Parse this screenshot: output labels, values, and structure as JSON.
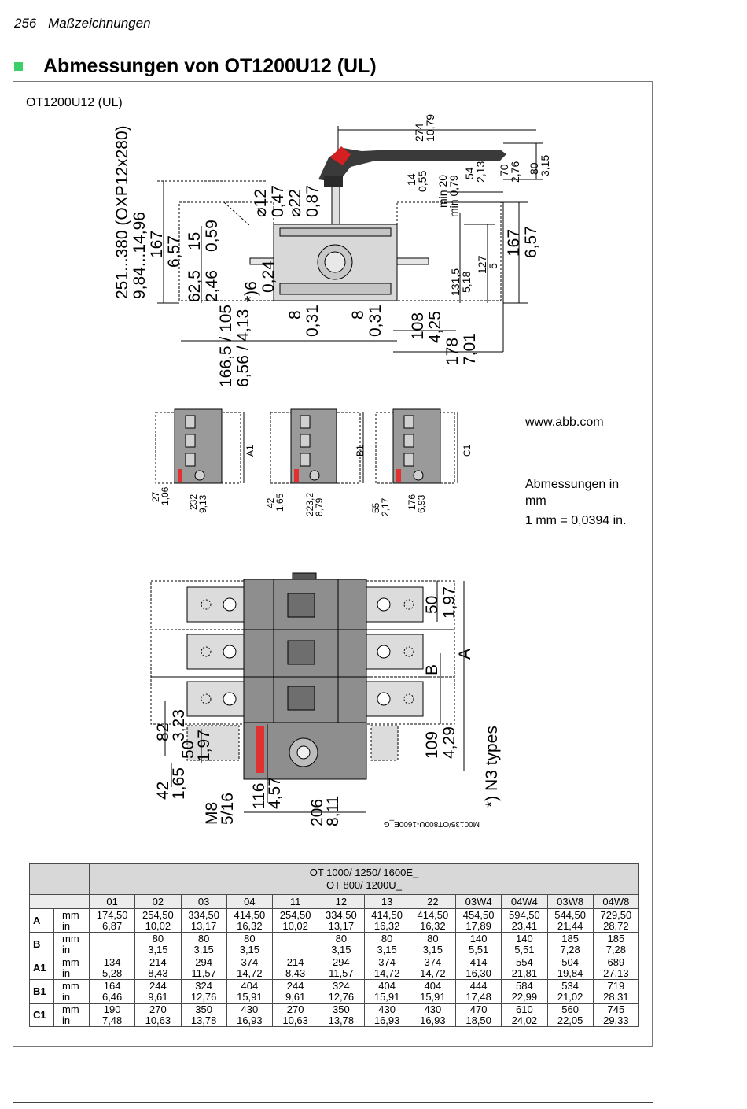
{
  "page": {
    "number": "256",
    "running_title": "Maßzeichnungen"
  },
  "section": {
    "title": "Abmessungen von OT1200U12 (UL)"
  },
  "figure": {
    "label": "OT1200U12 (UL)",
    "drawing_code": "M00135/OT800U-1600E_G",
    "top_view_dims": {
      "d1": "274",
      "d1in": "10,79",
      "d2": "80",
      "d2in": "3,15",
      "d3": "70",
      "d3in": "2,76",
      "d4": "54",
      "d4in": "2,13",
      "d5": "min 20",
      "d5in": "min 0,79",
      "d6": "14",
      "d6in": "0,55",
      "d7": "251...380 (OXP12x280)",
      "d7in": "9,84...14,96",
      "d8": "167",
      "d8in": "6,57",
      "d9": "15",
      "d9in": "0,59",
      "d10": "62,5",
      "d10in": "2,46",
      "d11": "*)6",
      "d11in": "0,24",
      "d12": "⌀12",
      "d12in": "0,47",
      "d13": "⌀22",
      "d13in": "0,87",
      "d14": "166,5 / 105",
      "d14in": "6,56 / 4,13",
      "d15": "8",
      "d15in": "0,31",
      "d16": "8",
      "d16in": "0,31",
      "d17": "108",
      "d17in": "4,25",
      "d18": "178",
      "d18in": "7,01",
      "d19": "131,5",
      "d19in": "5,18",
      "d20": "127",
      "d20in": "5",
      "d21": "167",
      "d21in": "6,57"
    },
    "small_views": [
      {
        "label": "A1",
        "d1": "27",
        "d1in": "1,06",
        "d2": "232",
        "d2in": "9,13"
      },
      {
        "label": "B1",
        "d1": "42",
        "d1in": "1,65",
        "d2": "223,2",
        "d2in": "8,79"
      },
      {
        "label": "C1",
        "d1": "55",
        "d1in": "2,17",
        "d2": "176",
        "d2in": "6,93"
      }
    ],
    "front_view_dims": {
      "d1": "50",
      "d1in": "1,97",
      "a": "A",
      "b": "B",
      "d2": "109",
      "d2in": "4,29",
      "d3": "82",
      "d3in": "3,23",
      "d4": "50",
      "d4in": "1,97",
      "d5": "42",
      "d5in": "1,65",
      "d6": "M8",
      "d6in": "5/16",
      "d7": "116",
      "d7in": "4,57",
      "d8": "206",
      "d8in": "8,11",
      "note": "*) N3 types"
    }
  },
  "side_notes": {
    "url": "www.abb.com",
    "units_line1": "Abmessungen in",
    "units_line2": "mm",
    "conversion": "1 mm = 0,0394 in."
  },
  "table": {
    "group_line1": "OT 1000/ 1250/ 1600E_",
    "group_line2": "OT 800/ 1200U_",
    "columns": [
      "01",
      "02",
      "03",
      "04",
      "11",
      "12",
      "13",
      "22",
      "03W4",
      "04W4",
      "03W8",
      "04W8"
    ],
    "rows": [
      {
        "label": "A",
        "mm": [
          "174,50",
          "254,50",
          "334,50",
          "414,50",
          "254,50",
          "334,50",
          "414,50",
          "414,50",
          "454,50",
          "594,50",
          "544,50",
          "729,50"
        ],
        "in": [
          "6,87",
          "10,02",
          "13,17",
          "16,32",
          "10,02",
          "13,17",
          "16,32",
          "16,32",
          "17,89",
          "23,41",
          "21,44",
          "28,72"
        ]
      },
      {
        "label": "B",
        "mm": [
          "",
          "80",
          "80",
          "80",
          "",
          "80",
          "80",
          "80",
          "140",
          "140",
          "185",
          "185"
        ],
        "in": [
          "",
          "3,15",
          "3,15",
          "3,15",
          "",
          "3,15",
          "3,15",
          "3,15",
          "5,51",
          "5,51",
          "7,28",
          "7,28"
        ]
      },
      {
        "label": "A1",
        "mm": [
          "134",
          "214",
          "294",
          "374",
          "214",
          "294",
          "374",
          "374",
          "414",
          "554",
          "504",
          "689"
        ],
        "in": [
          "5,28",
          "8,43",
          "11,57",
          "14,72",
          "8,43",
          "11,57",
          "14,72",
          "14,72",
          "16,30",
          "21,81",
          "19,84",
          "27,13"
        ]
      },
      {
        "label": "B1",
        "mm": [
          "164",
          "244",
          "324",
          "404",
          "244",
          "324",
          "404",
          "404",
          "444",
          "584",
          "534",
          "719"
        ],
        "in": [
          "6,46",
          "9,61",
          "12,76",
          "15,91",
          "9,61",
          "12,76",
          "15,91",
          "15,91",
          "17,48",
          "22,99",
          "21,02",
          "28,31"
        ]
      },
      {
        "label": "C1",
        "mm": [
          "190",
          "270",
          "350",
          "430",
          "270",
          "350",
          "430",
          "430",
          "470",
          "610",
          "560",
          "745"
        ],
        "in": [
          "7,48",
          "10,63",
          "13,78",
          "16,93",
          "10,63",
          "13,78",
          "16,93",
          "16,93",
          "18,50",
          "24,02",
          "22,05",
          "29,33"
        ]
      }
    ],
    "unit_mm": "mm",
    "unit_in": "in"
  },
  "colors": {
    "bullet": "#3cd06a",
    "handle": "#3a3a3a",
    "handle_red": "#d42020",
    "body_grey": "#d4d4d4",
    "abb_red": "#e03030"
  }
}
